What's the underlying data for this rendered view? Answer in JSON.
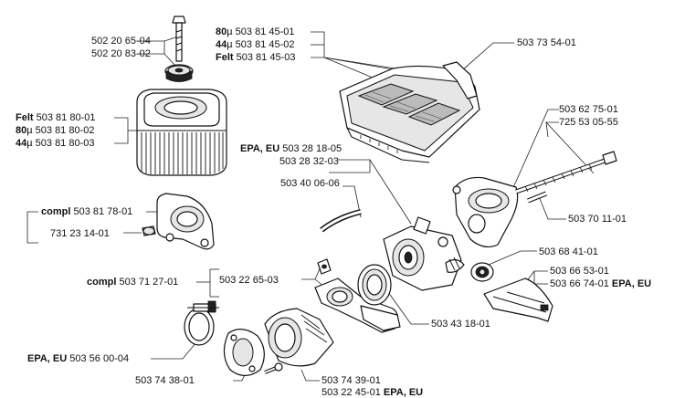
{
  "labels": {
    "bolt_a": "502 20 65-04",
    "bolt_b": "502 20 83-02",
    "cover_80_pre": "80",
    "cover_80_mu": "µ",
    "cover_80_num": "503 81 45-01",
    "cover_44_pre": "44",
    "cover_44_mu": "µ",
    "cover_44_num": "503 81 45-02",
    "cover_felt_pre": "Felt",
    "cover_felt_num": "503 81 45-03",
    "cover_main": "503 73 54-01",
    "filter_felt_pre": "Felt",
    "filter_felt_num": "503 81 80-01",
    "filter_80_pre": "80",
    "filter_80_mu": "µ",
    "filter_80_num": "503 81 80-02",
    "filter_44_pre": "44",
    "filter_44_mu": "µ",
    "filter_44_num": "503 81 80-03",
    "rod_a": "503 62 75-01",
    "rod_b": "725 53 05-55",
    "carb_epa_pre": "EPA, EU",
    "carb_epa_num": "503 28 18-05",
    "carb_std": "503 28 32-03",
    "hose": "503 40 06-06",
    "compl1_pre": "compl",
    "compl1_num": "503 81 78-01",
    "nut": "731 23 14-01",
    "pin": "503 70 11-01",
    "choke": "503 68 41-01",
    "lever_a": "503 66 53-01",
    "lever_b_num": "503 66 74-01",
    "lever_b_suf": "EPA, EU",
    "compl2_pre": "compl",
    "compl2_num": "503 71 27-01",
    "bracket": "503 22 65-03",
    "flange": "503 43 18-01",
    "clamp_pre": "EPA, EU",
    "clamp_num": "503 56 00-04",
    "gasket": "503 74 38-01",
    "manifold": "503 74 39-01",
    "manifold_cut_pre": "503 22 45-01",
    "manifold_cut_suf": "EPA, EU"
  }
}
